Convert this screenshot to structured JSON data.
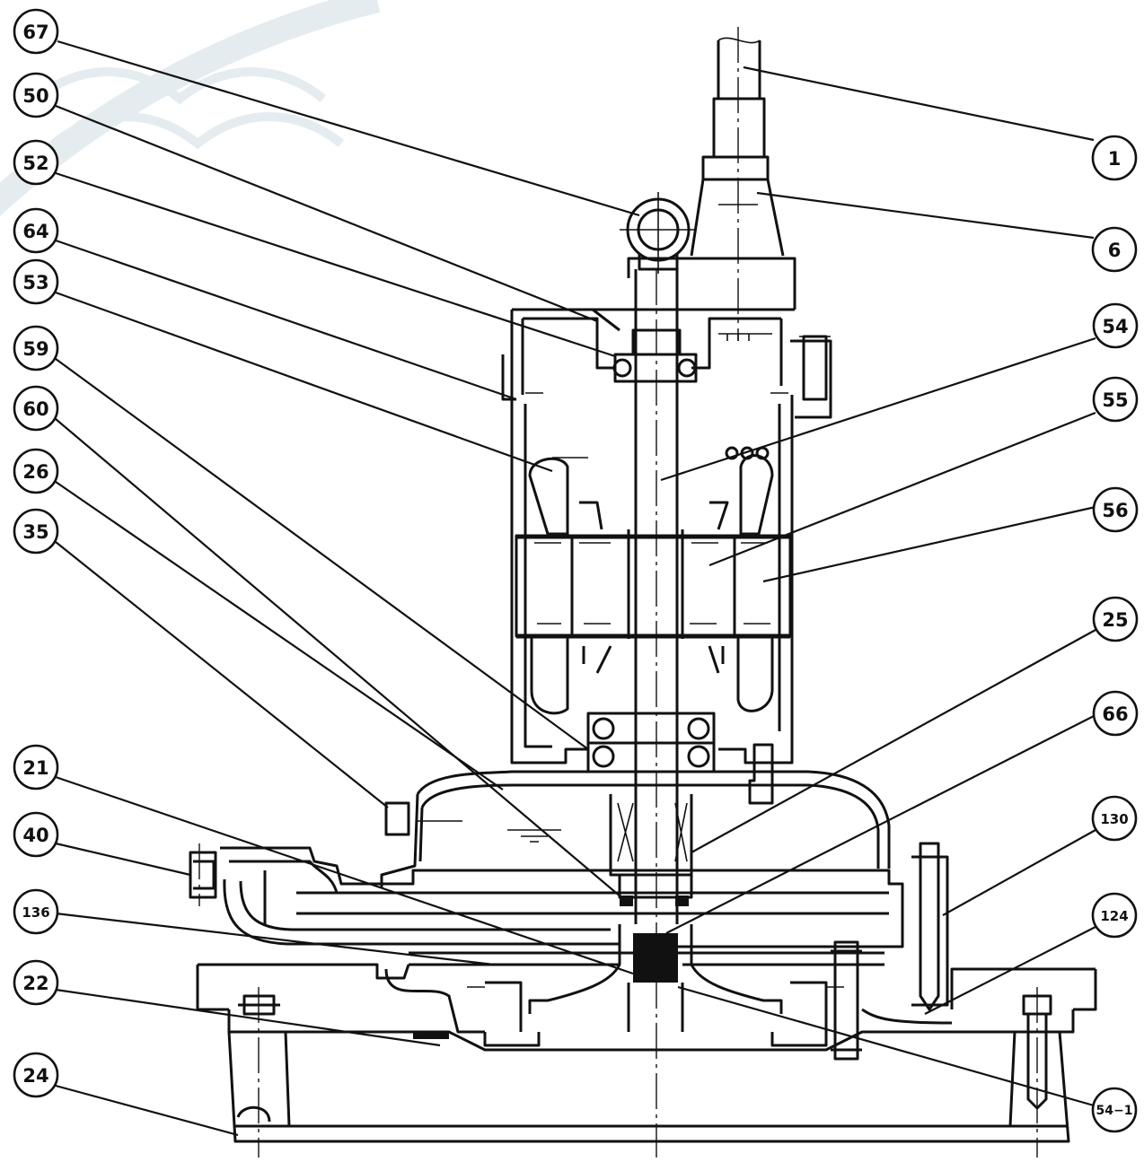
{
  "callouts": [
    {
      "id": "67",
      "label": "67",
      "size": "large"
    },
    {
      "id": "50",
      "label": "50",
      "size": "large"
    },
    {
      "id": "52",
      "label": "52",
      "size": "large"
    },
    {
      "id": "64",
      "label": "64",
      "size": "large"
    },
    {
      "id": "53",
      "label": "53",
      "size": "large"
    },
    {
      "id": "59",
      "label": "59",
      "size": "large"
    },
    {
      "id": "60",
      "label": "60",
      "size": "large"
    },
    {
      "id": "26",
      "label": "26",
      "size": "large"
    },
    {
      "id": "35",
      "label": "35",
      "size": "large"
    },
    {
      "id": "21",
      "label": "21",
      "size": "large"
    },
    {
      "id": "40",
      "label": "40",
      "size": "large"
    },
    {
      "id": "136",
      "label": "136",
      "size": "small"
    },
    {
      "id": "22",
      "label": "22",
      "size": "large"
    },
    {
      "id": "24",
      "label": "24",
      "size": "large"
    },
    {
      "id": "1",
      "label": "1",
      "size": "large"
    },
    {
      "id": "6",
      "label": "6",
      "size": "large"
    },
    {
      "id": "54",
      "label": "54",
      "size": "large"
    },
    {
      "id": "55",
      "label": "55",
      "size": "large"
    },
    {
      "id": "56",
      "label": "56",
      "size": "large"
    },
    {
      "id": "25",
      "label": "25",
      "size": "large"
    },
    {
      "id": "66",
      "label": "66",
      "size": "large"
    },
    {
      "id": "130",
      "label": "130",
      "size": "small"
    },
    {
      "id": "124",
      "label": "124",
      "size": "small"
    },
    {
      "id": "54-1",
      "label": "54−1",
      "size": "small"
    }
  ]
}
